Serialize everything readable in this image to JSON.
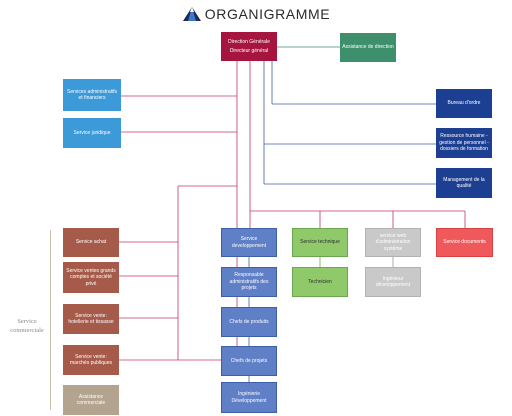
{
  "header": {
    "title": "ORGANIGRAMME"
  },
  "side_group_label": "Service commerciale",
  "colors": {
    "direction": "#a5153f",
    "assistance_direction": "#3e8f6c",
    "blue_light": "#3d9ad9",
    "navy": "#1d3f92",
    "brown": "#a65a4a",
    "tan": "#b3a48f",
    "periwinkle": "#5f7fc7",
    "green": "#8fc96a",
    "grey": "#c9c9c9",
    "red": "#f0595b",
    "line_main": "#c4365f",
    "line_navy": "#3f5fa8",
    "line_green": "#3e8f6c"
  },
  "nodes": {
    "direction": {
      "line1": "Direction Générale",
      "line2": "Directeur général"
    },
    "assistance_direction": "Assistance de direction",
    "services_admin": "Services administratifs et financiers",
    "service_juridique": "Service juridique",
    "bureau_ordre": "Bureau d'ordre",
    "ressource_humaine": "Ressource humaine -gestion de personnel -dossiers de formation",
    "management_qualite": "Management de la qualité",
    "service_achat": "Service achat",
    "ventes_grands_comptes": "Service ventes grands comptes et société privé",
    "ventes_hotellerie": "Service vente: hotellerie et tissasse",
    "ventes_marches": "Service vente: marchés publiques",
    "assistance_commerciale": "Assistance commerciale",
    "service_developpement": "Service developpement",
    "responsable_admin": "Responsable administratifs des projets",
    "chefs_produits": "Chefs de produits",
    "chefs_projets": "Chefs de projets",
    "ingenierie": "Ingénierie Développement",
    "service_technique": "Service technique",
    "technicien": "Technicien",
    "service_web": "service web d'administration système",
    "ingenieur_dev": "Ingénieur développement",
    "service_documents": "Service documents"
  }
}
